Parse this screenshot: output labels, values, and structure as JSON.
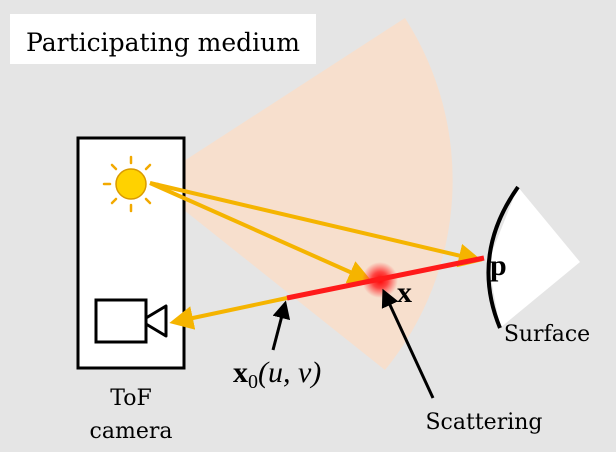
{
  "labels": {
    "medium": "Participating medium",
    "tof_line1": "ToF",
    "tof_line2": "camera",
    "surface": "Surface",
    "scattering": "Scattering",
    "point_p": "p",
    "point_x": "x",
    "x0_base": "x",
    "x0_sub": "0",
    "x0_args": "(u, v)"
  },
  "colors": {
    "background": "#e5e5e5",
    "fov_cone": "#f7dfcd",
    "light_ray": "#f5b400",
    "scatter_path": "#ff1a1a",
    "sun_fill": "#ffd200",
    "sun_stroke": "#d99a00",
    "scatter_glow": "#ff3030",
    "outline": "#000000",
    "panel": "#ffffff"
  },
  "icons": {
    "light_source": "sun-icon",
    "sensor": "video-camera-icon"
  }
}
